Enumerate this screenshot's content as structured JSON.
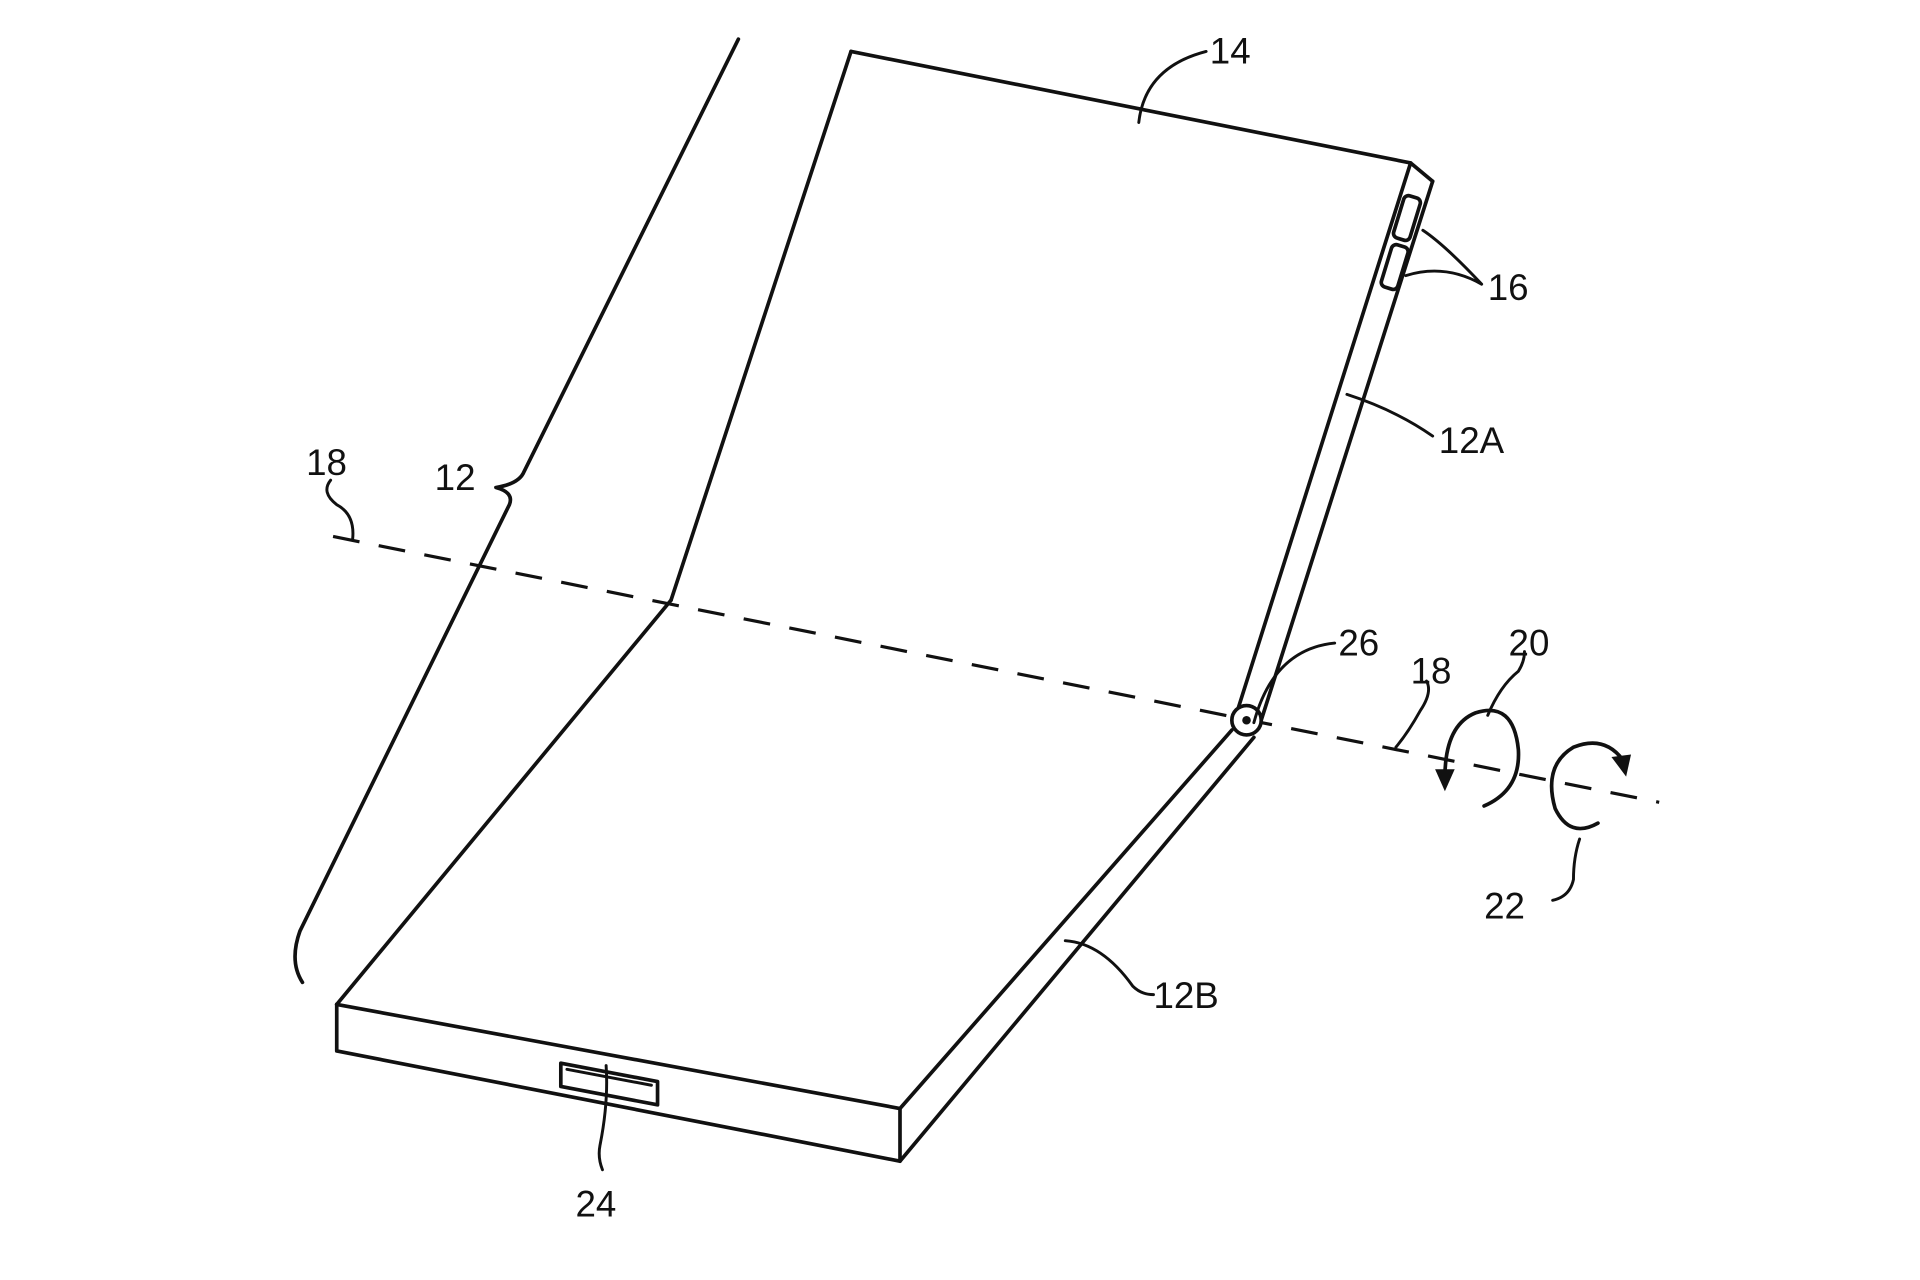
{
  "figure": {
    "labels": {
      "device": "12",
      "housing_a": "12A",
      "housing_b": "12B",
      "display": "14",
      "buttons": "16",
      "axis_left": "18",
      "axis_right": "18",
      "rotation_20": "20",
      "rotation_22": "22",
      "connector": "24",
      "hinge": "26"
    }
  }
}
